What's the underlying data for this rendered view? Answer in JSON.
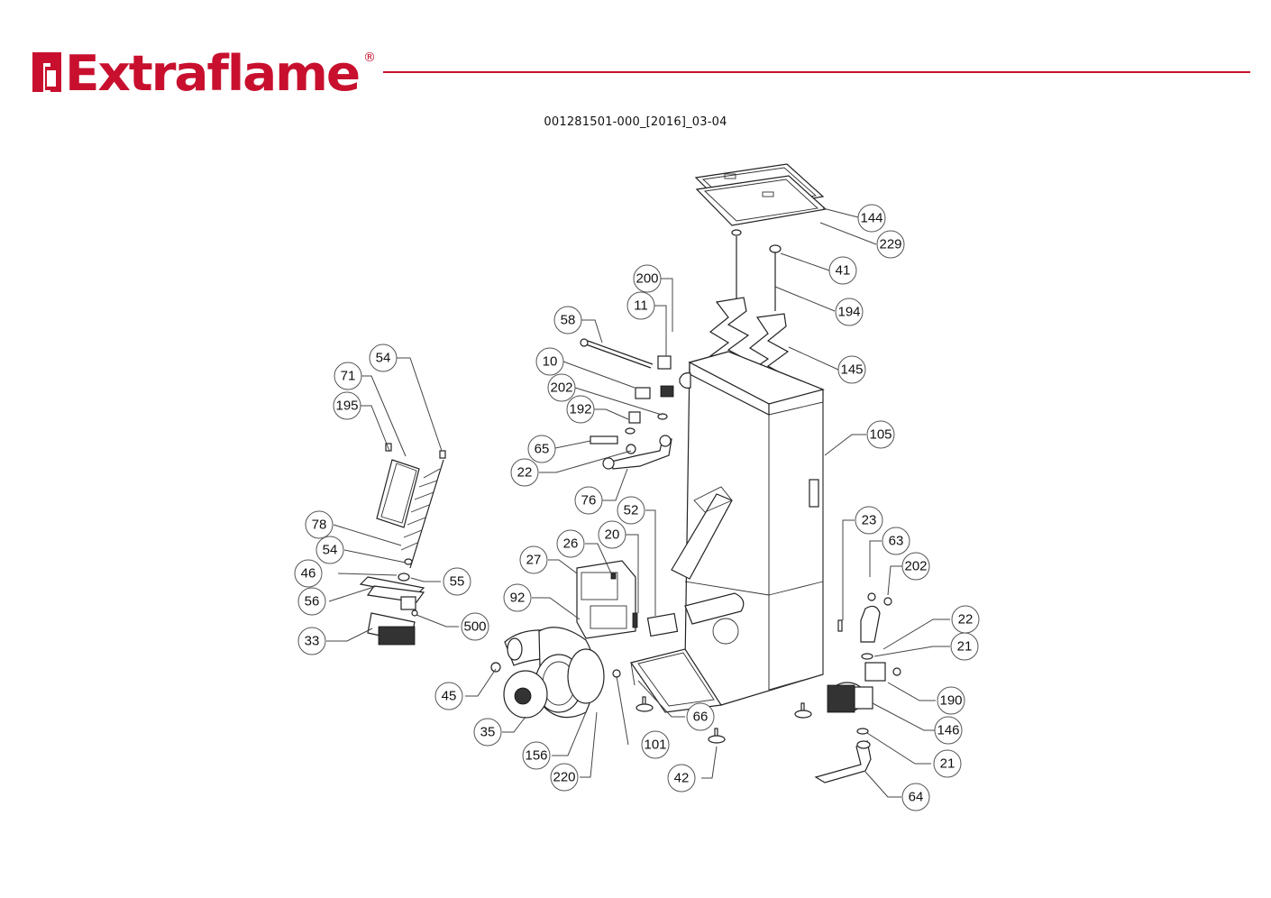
{
  "brand": {
    "name": "Extraflame",
    "registered": "®",
    "color": "#c8102e"
  },
  "document": {
    "code": "001281501-000_[2016]_03-04"
  },
  "callouts": [
    {
      "id": "144",
      "label": "144"
    },
    {
      "id": "229",
      "label": "229"
    },
    {
      "id": "41",
      "label": "41"
    },
    {
      "id": "200",
      "label": "200"
    },
    {
      "id": "194",
      "label": "194"
    },
    {
      "id": "11",
      "label": "11"
    },
    {
      "id": "58",
      "label": "58"
    },
    {
      "id": "145",
      "label": "145"
    },
    {
      "id": "54a",
      "label": "54"
    },
    {
      "id": "10",
      "label": "10"
    },
    {
      "id": "71",
      "label": "71"
    },
    {
      "id": "202a",
      "label": "202"
    },
    {
      "id": "195",
      "label": "195"
    },
    {
      "id": "192",
      "label": "192"
    },
    {
      "id": "105",
      "label": "105"
    },
    {
      "id": "65",
      "label": "65"
    },
    {
      "id": "22a",
      "label": "22"
    },
    {
      "id": "76",
      "label": "76"
    },
    {
      "id": "52",
      "label": "52"
    },
    {
      "id": "23",
      "label": "23"
    },
    {
      "id": "78",
      "label": "78"
    },
    {
      "id": "20",
      "label": "20"
    },
    {
      "id": "26",
      "label": "26"
    },
    {
      "id": "63",
      "label": "63"
    },
    {
      "id": "54b",
      "label": "54"
    },
    {
      "id": "27",
      "label": "27"
    },
    {
      "id": "202b",
      "label": "202"
    },
    {
      "id": "46",
      "label": "46"
    },
    {
      "id": "55",
      "label": "55"
    },
    {
      "id": "56",
      "label": "56"
    },
    {
      "id": "92",
      "label": "92"
    },
    {
      "id": "22b",
      "label": "22"
    },
    {
      "id": "500",
      "label": "500"
    },
    {
      "id": "33",
      "label": "33"
    },
    {
      "id": "21a",
      "label": "21"
    },
    {
      "id": "45",
      "label": "45"
    },
    {
      "id": "190",
      "label": "190"
    },
    {
      "id": "66",
      "label": "66"
    },
    {
      "id": "35",
      "label": "35"
    },
    {
      "id": "146",
      "label": "146"
    },
    {
      "id": "101",
      "label": "101"
    },
    {
      "id": "156",
      "label": "156"
    },
    {
      "id": "21b",
      "label": "21"
    },
    {
      "id": "42",
      "label": "42"
    },
    {
      "id": "220",
      "label": "220"
    },
    {
      "id": "64",
      "label": "64"
    }
  ]
}
